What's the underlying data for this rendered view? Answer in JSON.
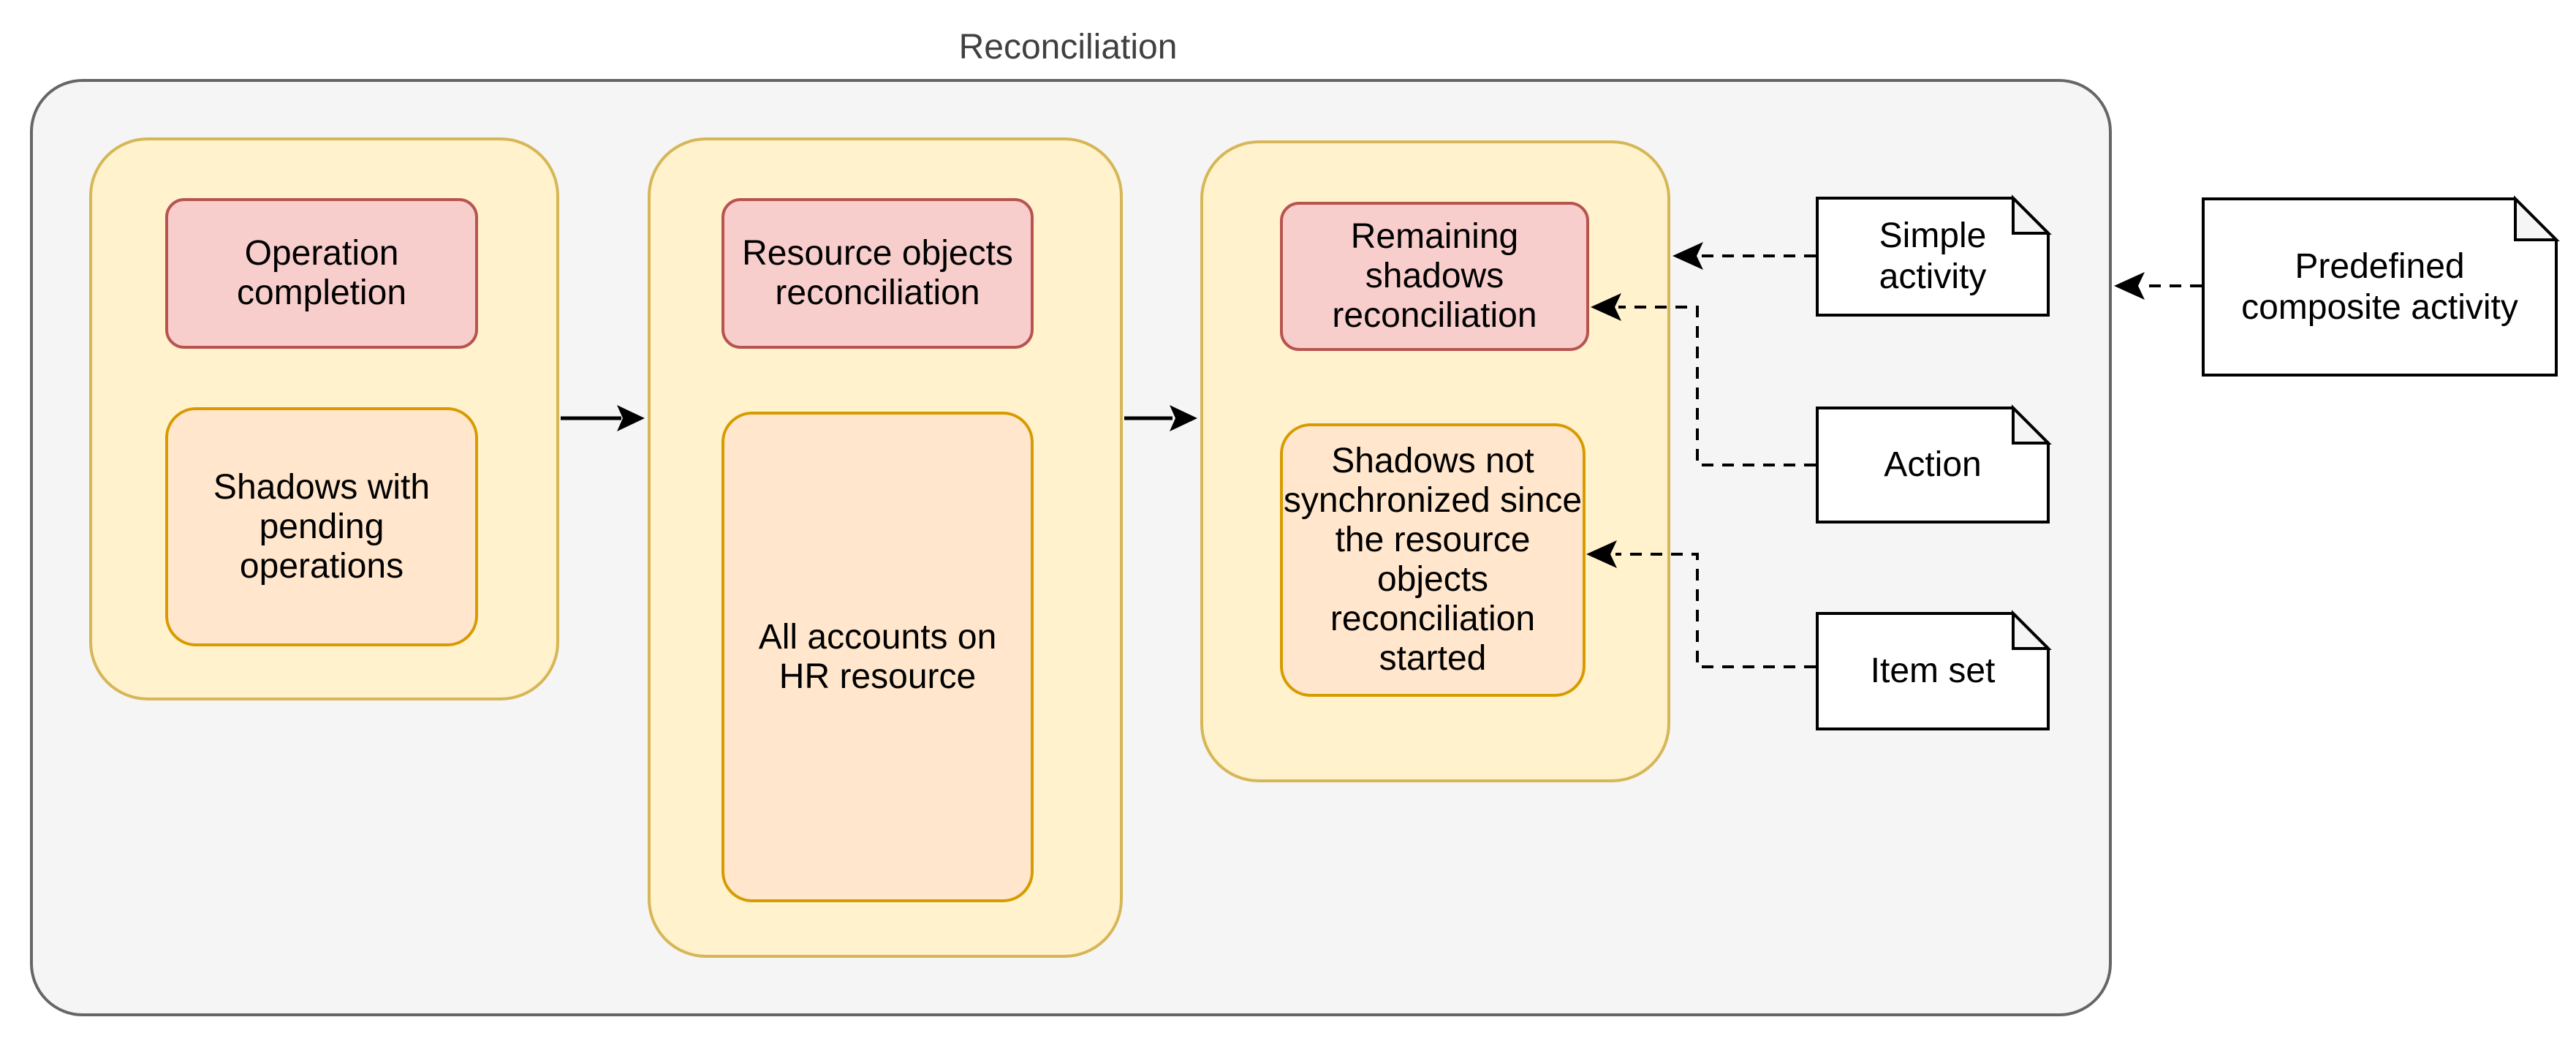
{
  "diagram": {
    "title": "Reconciliation"
  },
  "phases": [
    {
      "name": "operation-completion-phase",
      "activity_label": "Operation completion",
      "item_set_label": "Shadows with pending operations"
    },
    {
      "name": "resource-objects-phase",
      "activity_label": "Resource objects reconciliation",
      "item_set_label": "All accounts on HR resource"
    },
    {
      "name": "remaining-shadows-phase",
      "activity_label": "Remaining shadows reconciliation",
      "item_set_label": "Shadows not synchronized since the resource objects reconciliation started"
    }
  ],
  "legend_notes": [
    {
      "label": "Simple activity"
    },
    {
      "label": "Action"
    },
    {
      "label": "Item set"
    },
    {
      "label": "Predefined composite activity"
    }
  ],
  "colors": {
    "container_fill": "#f5f5f5",
    "container_stroke": "#666666",
    "phase_fill": "#fff2cc",
    "phase_stroke": "#d6b656",
    "activity_fill": "#f8cecc",
    "activity_stroke": "#b85450",
    "item_set_fill": "#ffe6cc",
    "item_set_stroke": "#d79b00",
    "note_fill": "#ffffff",
    "note_fold_fill": "#f5f5f5",
    "note_stroke": "#000000",
    "connector_color": "#000000",
    "title_color": "#404040"
  }
}
